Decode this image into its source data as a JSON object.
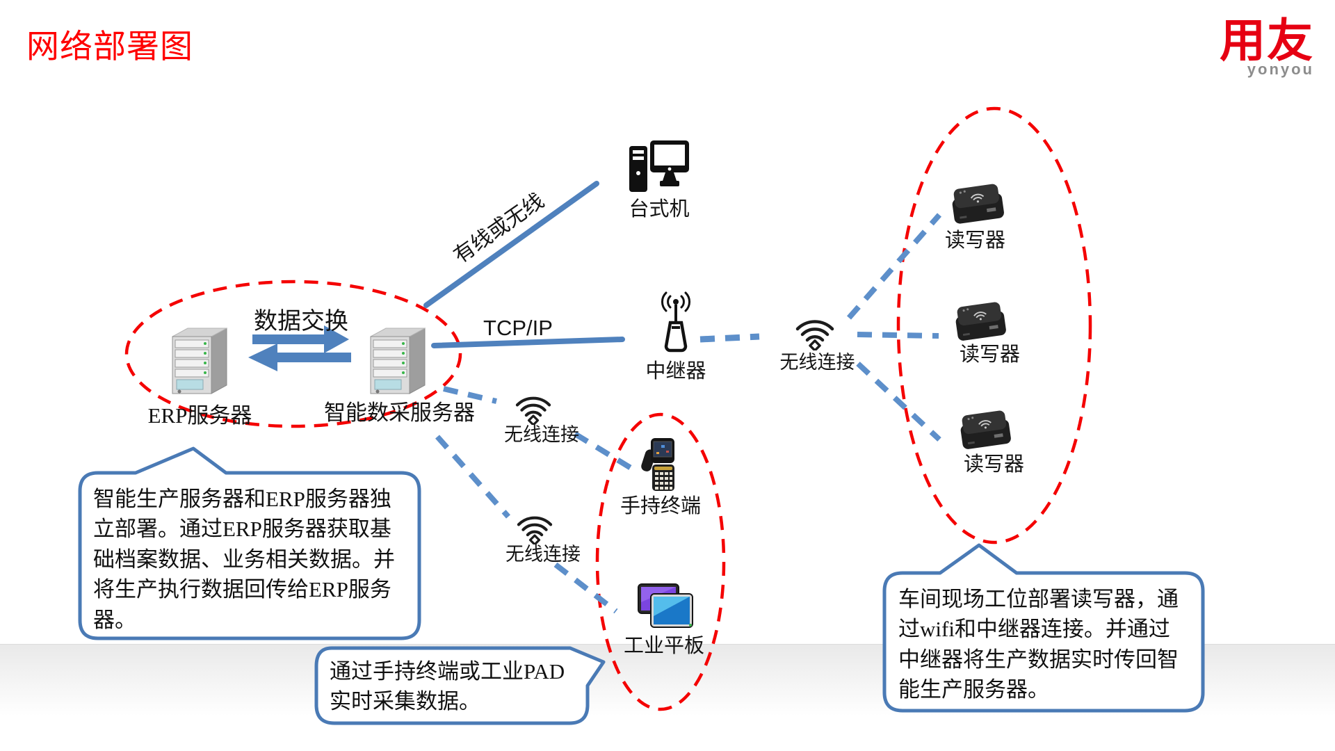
{
  "slide": {
    "title": "网络部署图",
    "logo": {
      "zh": "用友",
      "en": "yonyou"
    }
  },
  "servers": {
    "erp": {
      "label": "ERP服务器"
    },
    "daq": {
      "label": "智能数采服务器"
    },
    "exchange_label": "数据交换"
  },
  "links": {
    "wired_or_wireless": "有线或无线",
    "tcpip": "TCP/IP",
    "wifi_mid": "无线连接",
    "wifi_low": "无线连接",
    "wifi_hub": "无线连接"
  },
  "devices": {
    "desktop": {
      "label": "台式机"
    },
    "repeater": {
      "label": "中继器"
    },
    "handheld": {
      "label": "手持终端"
    },
    "tablet": {
      "label": "工业平板"
    },
    "readers": [
      {
        "label": "读写器"
      },
      {
        "label": "读写器"
      },
      {
        "label": "读写器"
      }
    ]
  },
  "callouts": {
    "left": "智能生产服务器和ERP服务器独立部署。通过ERP服务器获取基础档案数据、业务相关数据。并将生产执行数据回传给ERP服务器。",
    "bottom": "通过手持终端或工业PAD实时采集数据。",
    "right": "车间现场工位部署读写器，通过wifi和中继器连接。并通过中继器将生产数据实时传回智能生产服务器。"
  },
  "colors": {
    "title_red": "#ff0000",
    "line_blue": "#4f81bd",
    "dash_blue": "#5d8fca",
    "ellipse_red": "#f40000",
    "logo_red": "#e60012",
    "logo_gray": "#8c8c8c"
  }
}
